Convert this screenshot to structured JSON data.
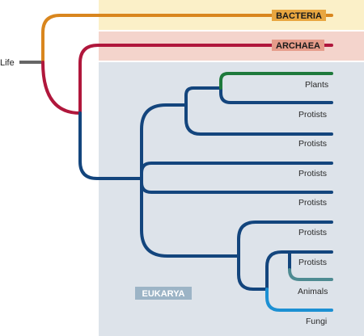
{
  "root_label": "Life",
  "domains": {
    "bacteria": "BACTERIA",
    "archaea": "ARCHAEA",
    "eukarya": "EUKARYA"
  },
  "leaves": {
    "plants": "Plants",
    "protists_1": "Protists",
    "protists_2": "Protists",
    "protists_3": "Protists",
    "protists_4": "Protists",
    "protists_5": "Protists",
    "protists_6": "Protists",
    "animals": "Animals",
    "fungi": "Fungi"
  },
  "colors": {
    "bacteria_branch": "#d9861e",
    "bacteria_band": "#fbf0c8",
    "bacteria_tag": "#e8a640",
    "archaea_branch": "#b0173c",
    "archaea_band": "#f4d4cc",
    "archaea_tag": "#e59c8a",
    "eukarya_band": "#dde3ea",
    "eukarya_tag": "#9cb4c6",
    "eukarya_branch": "#13457d",
    "plants_branch": "#1e7a3c",
    "animals_branch": "#4e8b92",
    "fungi_branch": "#1c90d3",
    "root_stub": "#666666"
  }
}
